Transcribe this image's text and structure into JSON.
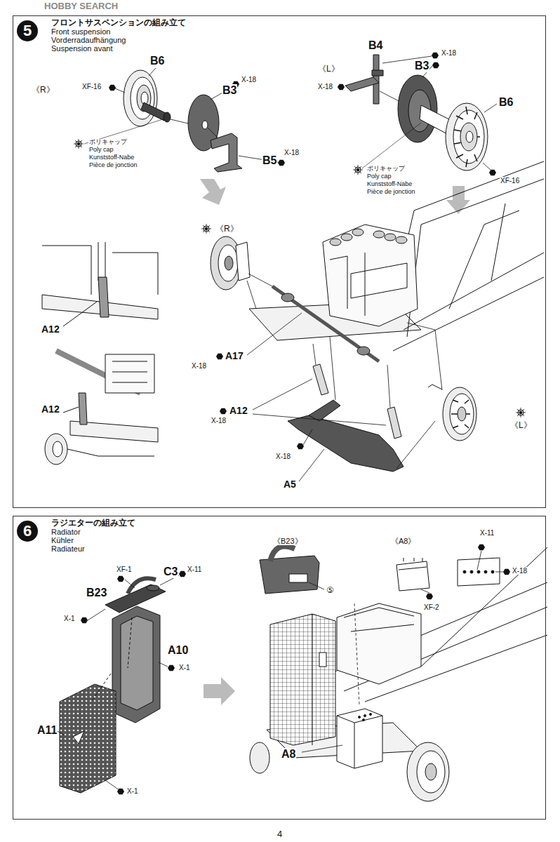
{
  "diagram": {
    "nodes": [
      {
        "text": [
          "フロントサスペンションの組み立て",
          "Front suspension",
          "Vorderradaufhängung",
          "Suspension avant"
        ]
      },
      {
        "text": [
          "5"
        ],
        "in": 0
      },
      {
        "text": [
          "ラジエターの組み立て",
          "Radiator",
          "Kühler",
          "Radiateur"
        ]
      },
      {
        "text": [
          "6"
        ],
        "in": 2
      }
    ],
    "labels": [
      "HOBBY SEARCH",
      "《R》",
      "B6",
      "XF-16",
      "B3",
      "X-18",
      "B5",
      "X-18",
      "ポリキャップ",
      "Poly cap",
      "Kunststoff-Nabe",
      "Pièce de jonction",
      "《L》",
      "B4",
      "X-18",
      "B3",
      "X-18",
      "B6",
      "ポリキャップ",
      "Poly cap",
      "Kunststoff-Nabe",
      "Pièce de jonction",
      "XF-16",
      "《R》",
      "《L》",
      "A12",
      "A12",
      "A17",
      "X-18",
      "A12",
      "X-18",
      "X-18",
      "A5",
      "《B23》",
      "⑤",
      "《A8》",
      "X-11",
      "X-18",
      "XF-2",
      "B23",
      "XF-1",
      "C3",
      "X-11",
      "X-1",
      "A10",
      "X-1",
      "A11",
      "X-1",
      "A8",
      "4"
    ]
  }
}
